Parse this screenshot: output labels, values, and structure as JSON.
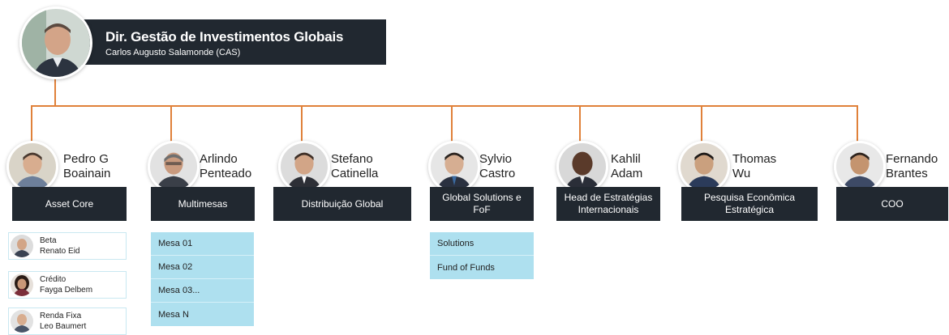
{
  "root": {
    "title": "Dir. Gestão de Investimentos Globais",
    "subtitle": "Carlos Augusto Salamonde (CAS)"
  },
  "colors": {
    "connector": "#e0813a",
    "box": "#212830",
    "sublist": "#aee0ef"
  },
  "heads": [
    {
      "name_line1": "Pedro G",
      "name_line2": "Boainain",
      "department": "Asset Core"
    },
    {
      "name_line1": "Arlindo",
      "name_line2": "Penteado",
      "department": "Multimesas"
    },
    {
      "name_line1": "Stefano",
      "name_line2": "Catinella",
      "department": "Distribuição Global"
    },
    {
      "name_line1": "Sylvio",
      "name_line2": "Castro",
      "department": "Global Solutions e FoF"
    },
    {
      "name_line1": "Kahlil",
      "name_line2": "Adam",
      "department": "Head de Estratégias Internacionais"
    },
    {
      "name_line1": "Thomas",
      "name_line2": "Wu",
      "department": "Pesquisa Econômica Estratégica"
    },
    {
      "name_line1": "Fernando",
      "name_line2": "Brantes",
      "department": "COO"
    }
  ],
  "asset_core_team": [
    {
      "area": "Beta",
      "name": "Renato Eid"
    },
    {
      "area": "Crédito",
      "name": "Fayga Delbem"
    },
    {
      "area": "Renda Fixa",
      "name": "Leo Baumert"
    }
  ],
  "multimesas_items": [
    "Mesa 01",
    "Mesa 02",
    "Mesa 03...",
    "Mesa N"
  ],
  "global_solutions_items": [
    "Solutions",
    "Fund of Funds"
  ]
}
